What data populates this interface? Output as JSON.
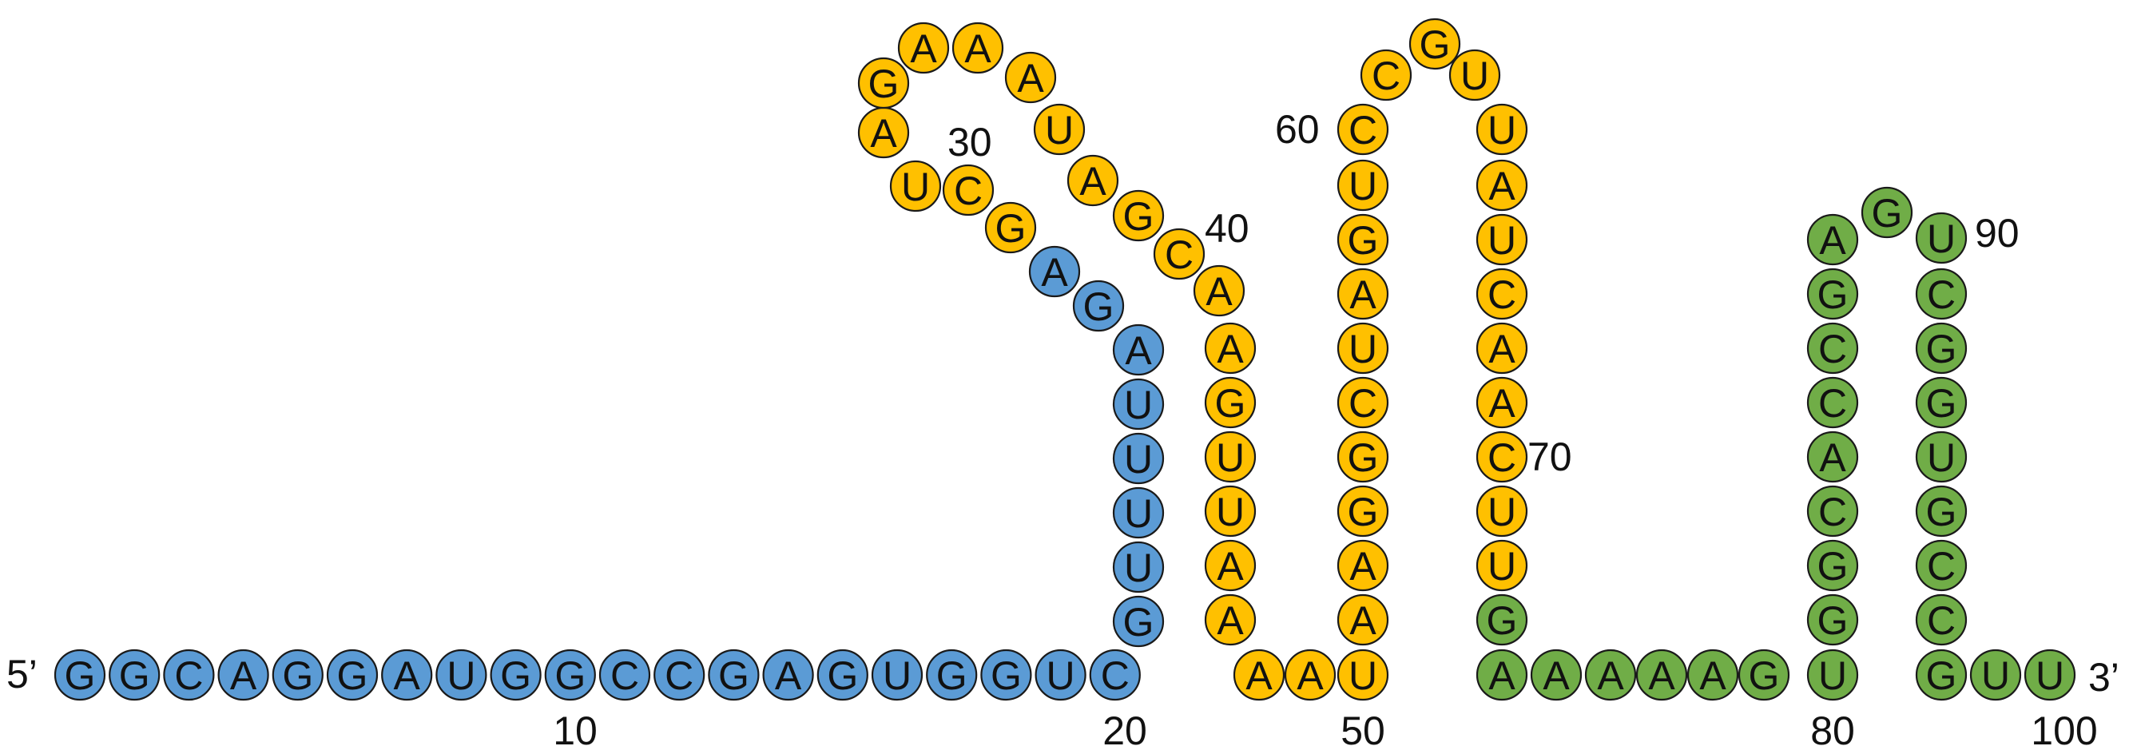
{
  "diagram": {
    "five_prime_label": "5’",
    "three_prime_label": "3’",
    "colors": {
      "blue": "#5b9bd5",
      "yellow": "#ffc000",
      "green": "#70ad47"
    },
    "nucleotides": [
      {
        "base": "G",
        "color": "blue"
      },
      {
        "base": "G",
        "color": "blue"
      },
      {
        "base": "C",
        "color": "blue"
      },
      {
        "base": "A",
        "color": "blue"
      },
      {
        "base": "G",
        "color": "blue"
      },
      {
        "base": "G",
        "color": "blue"
      },
      {
        "base": "A",
        "color": "blue"
      },
      {
        "base": "U",
        "color": "blue"
      },
      {
        "base": "G",
        "color": "blue"
      },
      {
        "base": "G",
        "color": "blue"
      },
      {
        "base": "C",
        "color": "blue"
      },
      {
        "base": "C",
        "color": "blue"
      },
      {
        "base": "G",
        "color": "blue"
      },
      {
        "base": "A",
        "color": "blue"
      },
      {
        "base": "G",
        "color": "blue"
      },
      {
        "base": "U",
        "color": "blue"
      },
      {
        "base": "G",
        "color": "blue"
      },
      {
        "base": "G",
        "color": "blue"
      },
      {
        "base": "U",
        "color": "blue"
      },
      {
        "base": "C",
        "color": "blue"
      },
      {
        "base": "G",
        "color": "blue"
      },
      {
        "base": "U",
        "color": "blue"
      },
      {
        "base": "U",
        "color": "blue"
      },
      {
        "base": "U",
        "color": "blue"
      },
      {
        "base": "U",
        "color": "blue"
      },
      {
        "base": "A",
        "color": "blue"
      },
      {
        "base": "G",
        "color": "blue"
      },
      {
        "base": "A",
        "color": "blue"
      },
      {
        "base": "G",
        "color": "yellow"
      },
      {
        "base": "C",
        "color": "yellow"
      },
      {
        "base": "U",
        "color": "yellow"
      },
      {
        "base": "A",
        "color": "yellow"
      },
      {
        "base": "G",
        "color": "yellow"
      },
      {
        "base": "A",
        "color": "yellow"
      },
      {
        "base": "A",
        "color": "yellow"
      },
      {
        "base": "A",
        "color": "yellow"
      },
      {
        "base": "U",
        "color": "yellow"
      },
      {
        "base": "A",
        "color": "yellow"
      },
      {
        "base": "G",
        "color": "yellow"
      },
      {
        "base": "C",
        "color": "yellow"
      },
      {
        "base": "A",
        "color": "yellow"
      },
      {
        "base": "A",
        "color": "yellow"
      },
      {
        "base": "G",
        "color": "yellow"
      },
      {
        "base": "U",
        "color": "yellow"
      },
      {
        "base": "U",
        "color": "yellow"
      },
      {
        "base": "A",
        "color": "yellow"
      },
      {
        "base": "A",
        "color": "yellow"
      },
      {
        "base": "A",
        "color": "yellow"
      },
      {
        "base": "A",
        "color": "yellow"
      },
      {
        "base": "U",
        "color": "yellow"
      },
      {
        "base": "A",
        "color": "yellow"
      },
      {
        "base": "A",
        "color": "yellow"
      },
      {
        "base": "G",
        "color": "yellow"
      },
      {
        "base": "G",
        "color": "yellow"
      },
      {
        "base": "C",
        "color": "yellow"
      },
      {
        "base": "U",
        "color": "yellow"
      },
      {
        "base": "A",
        "color": "yellow"
      },
      {
        "base": "G",
        "color": "yellow"
      },
      {
        "base": "U",
        "color": "yellow"
      },
      {
        "base": "C",
        "color": "yellow"
      },
      {
        "base": "C",
        "color": "yellow"
      },
      {
        "base": "G",
        "color": "yellow"
      },
      {
        "base": "U",
        "color": "yellow"
      },
      {
        "base": "U",
        "color": "yellow"
      },
      {
        "base": "A",
        "color": "yellow"
      },
      {
        "base": "U",
        "color": "yellow"
      },
      {
        "base": "C",
        "color": "yellow"
      },
      {
        "base": "A",
        "color": "yellow"
      },
      {
        "base": "A",
        "color": "yellow"
      },
      {
        "base": "C",
        "color": "yellow"
      },
      {
        "base": "U",
        "color": "yellow"
      },
      {
        "base": "U",
        "color": "yellow"
      },
      {
        "base": "G",
        "color": "green"
      },
      {
        "base": "A",
        "color": "green"
      },
      {
        "base": "A",
        "color": "green"
      },
      {
        "base": "A",
        "color": "green"
      },
      {
        "base": "A",
        "color": "green"
      },
      {
        "base": "A",
        "color": "green"
      },
      {
        "base": "G",
        "color": "green"
      },
      {
        "base": "U",
        "color": "green"
      },
      {
        "base": "G",
        "color": "green"
      },
      {
        "base": "G",
        "color": "green"
      },
      {
        "base": "C",
        "color": "green"
      },
      {
        "base": "A",
        "color": "green"
      },
      {
        "base": "C",
        "color": "green"
      },
      {
        "base": "C",
        "color": "green"
      },
      {
        "base": "G",
        "color": "green"
      },
      {
        "base": "A",
        "color": "green"
      },
      {
        "base": "G",
        "color": "green"
      },
      {
        "base": "U",
        "color": "green"
      },
      {
        "base": "C",
        "color": "green"
      },
      {
        "base": "G",
        "color": "green"
      },
      {
        "base": "G",
        "color": "green"
      },
      {
        "base": "U",
        "color": "green"
      },
      {
        "base": "G",
        "color": "green"
      },
      {
        "base": "C",
        "color": "green"
      },
      {
        "base": "C",
        "color": "green"
      },
      {
        "base": "G",
        "color": "green"
      },
      {
        "base": "U",
        "color": "green"
      },
      {
        "base": "U",
        "color": "green"
      }
    ],
    "position_labels": [
      {
        "text": "10",
        "anchor": 10,
        "side": "below"
      },
      {
        "text": "20",
        "anchor": 20,
        "side": "below"
      },
      {
        "text": "30",
        "anchor": 30,
        "side": "right-up"
      },
      {
        "text": "40",
        "anchor": 40,
        "side": "right-up"
      },
      {
        "text": "50",
        "anchor": 50,
        "side": "below"
      },
      {
        "text": "60",
        "anchor": 60,
        "side": "left"
      },
      {
        "text": "70",
        "anchor": 70,
        "side": "right"
      },
      {
        "text": "80",
        "anchor": 80,
        "side": "below"
      },
      {
        "text": "90",
        "anchor": 90,
        "side": "right"
      },
      {
        "text": "100",
        "anchor": 100,
        "side": "below"
      }
    ]
  }
}
